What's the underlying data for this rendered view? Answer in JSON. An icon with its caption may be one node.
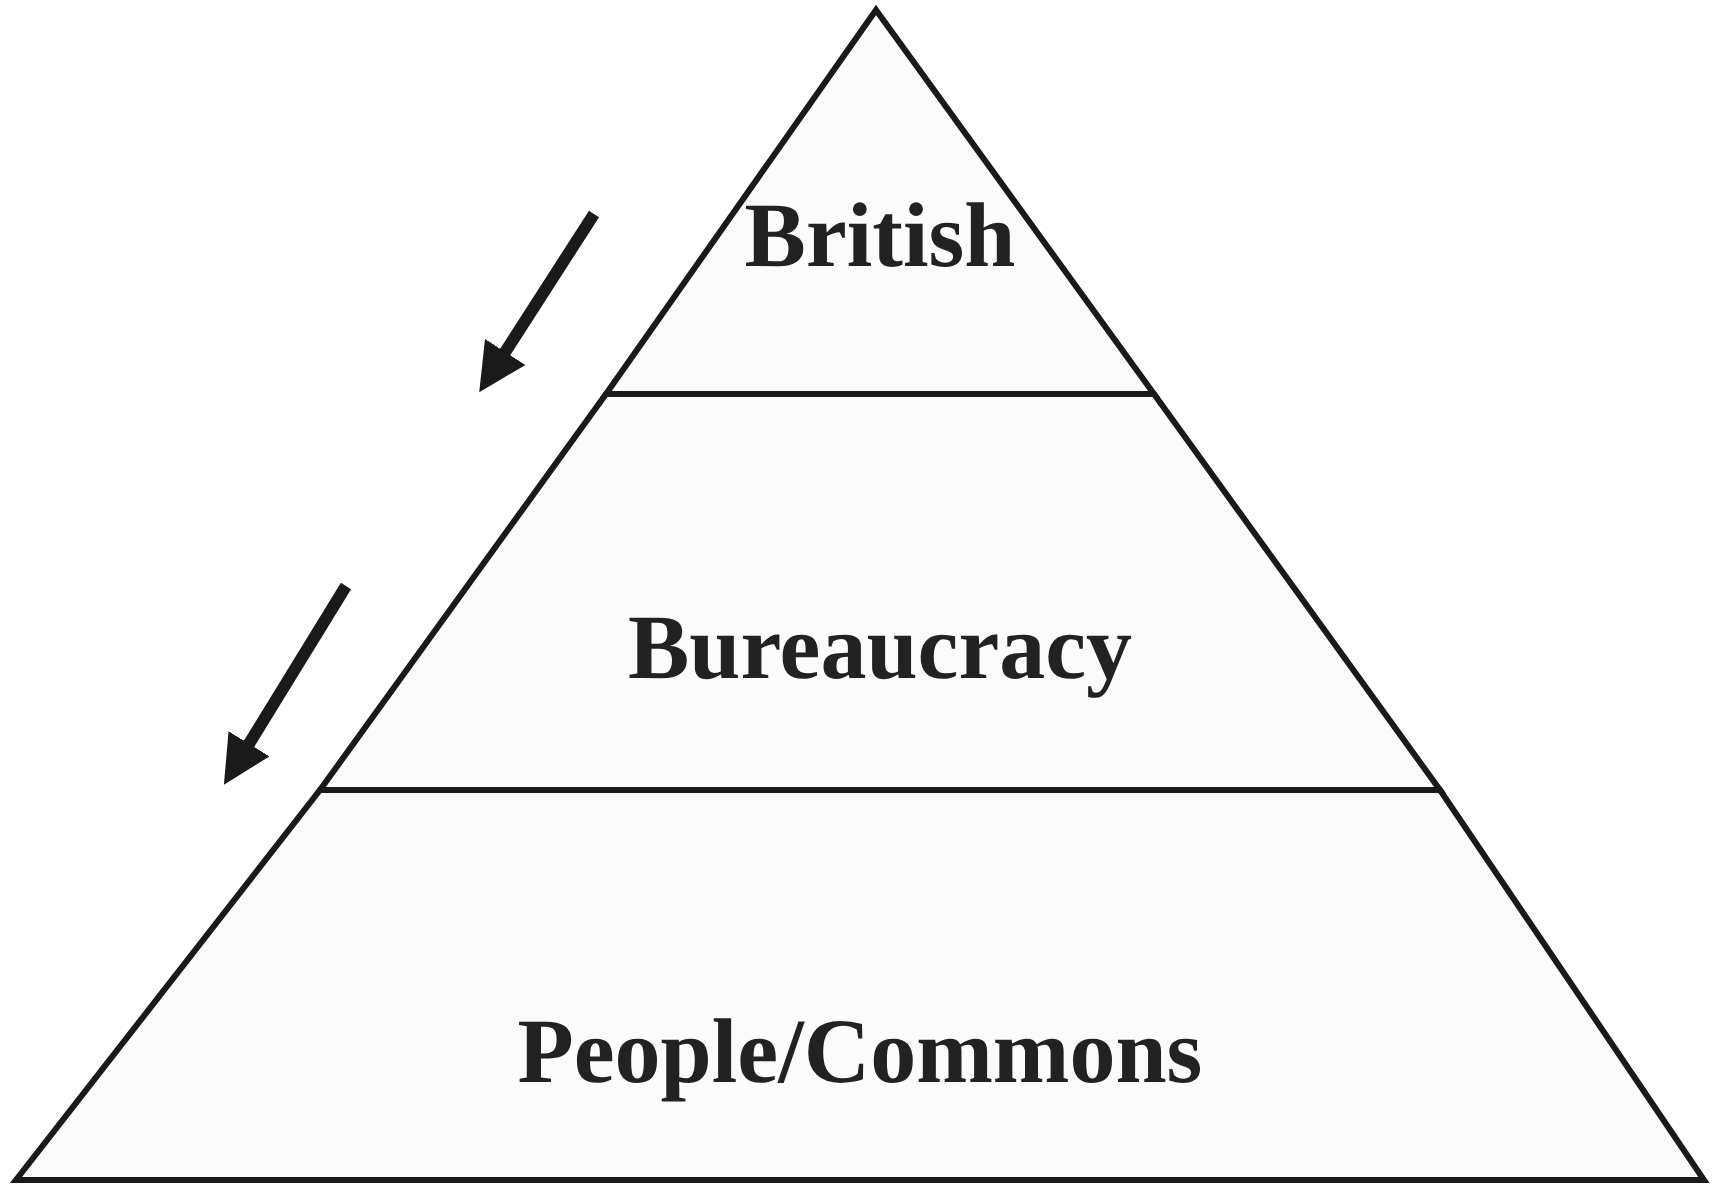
{
  "diagram": {
    "nodes": [
      {
        "text": [
          "British"
        ]
      },
      {
        "text": [
          "Bureaucracy"
        ]
      },
      {
        "text": [
          "People/Commons"
        ]
      }
    ]
  }
}
